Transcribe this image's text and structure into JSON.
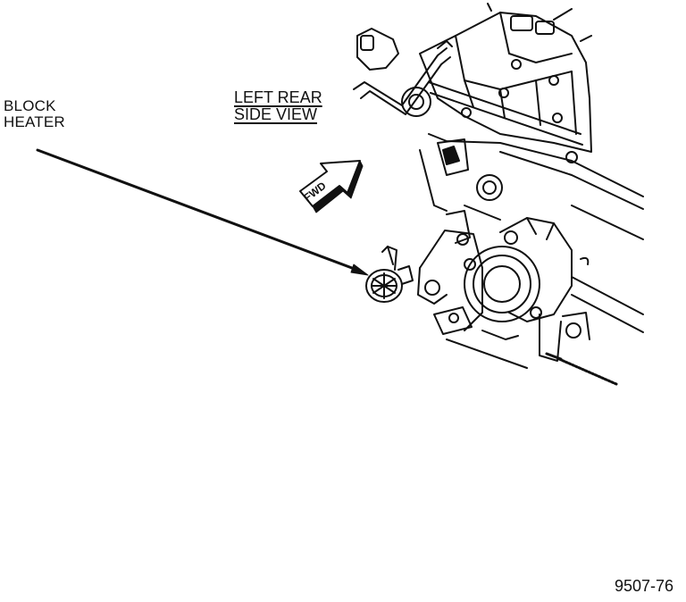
{
  "callout": {
    "line1": "BLOCK",
    "line2": "HEATER"
  },
  "view_label": {
    "line1": "LEFT REAR",
    "line2": "SIDE VIEW"
  },
  "direction_label": "FWD",
  "figure_number": "9507-76",
  "icons": {
    "direction": "forward-arrow-icon",
    "component": "block-heater-icon"
  }
}
